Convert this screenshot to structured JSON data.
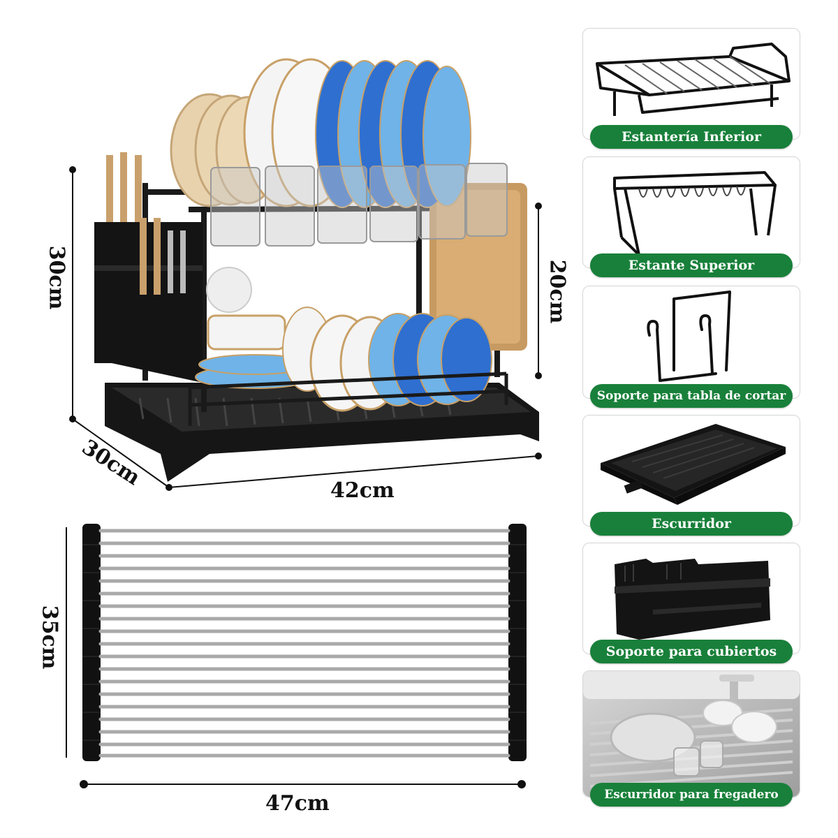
{
  "dimensions": {
    "rack_height": "30cm",
    "upper_height": "20cm",
    "rack_depth": "30cm",
    "rack_width": "42cm",
    "mat_height": "35cm",
    "mat_width": "47cm"
  },
  "parts": [
    {
      "label": "Estantería Inferior",
      "icon": "lower-shelf-icon"
    },
    {
      "label": "Estante Superior",
      "icon": "upper-shelf-icon"
    },
    {
      "label": "Soporte para tabla de cortar",
      "icon": "cutting-board-holder-icon"
    },
    {
      "label": "Escurridor",
      "icon": "drain-tray-icon"
    },
    {
      "label": "Soporte para cubiertos",
      "icon": "cutlery-holder-icon"
    },
    {
      "label": "Escurridor para fregadero",
      "icon": "sink-roll-mat-photo"
    }
  ],
  "colors": {
    "label_green": "#18803a",
    "rack_black": "#1a1a1a",
    "plate_blue": "#2f6fd0",
    "plate_light_blue": "#6fb3e8"
  }
}
